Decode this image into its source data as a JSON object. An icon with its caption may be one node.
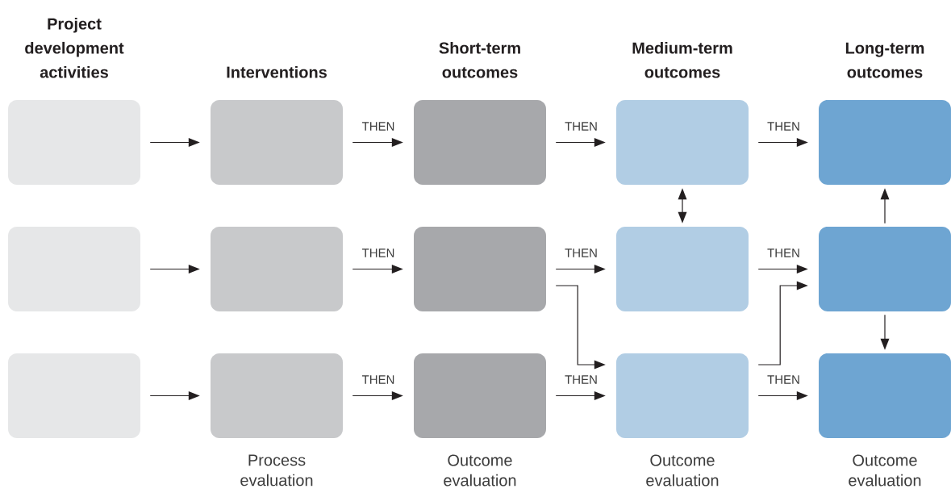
{
  "diagram": {
    "nodes": [
      {
        "text": [],
        "shape": "box",
        "beside": [
          "Project development activities"
        ]
      },
      {
        "text": [],
        "shape": "box",
        "beside": [
          "Interventions"
        ]
      },
      {
        "text": [],
        "shape": "box",
        "beside": [
          "Short-term outcomes"
        ]
      },
      {
        "text": [],
        "shape": "box",
        "beside": [
          "Medium-term outcomes"
        ]
      },
      {
        "text": [],
        "shape": "box",
        "beside": [
          "Long-term outcomes"
        ]
      },
      {
        "text": [],
        "shape": "box"
      },
      {
        "text": [],
        "shape": "box"
      },
      {
        "text": [],
        "shape": "box"
      },
      {
        "text": [],
        "shape": "box"
      },
      {
        "text": [],
        "shape": "box"
      },
      {
        "text": [],
        "shape": "box"
      },
      {
        "text": [],
        "shape": "box",
        "beside": [
          "Process evaluation"
        ]
      },
      {
        "text": [],
        "shape": "box",
        "beside": [
          "Outcome evaluation"
        ]
      },
      {
        "text": [],
        "shape": "box",
        "beside": [
          "Outcome evaluation"
        ]
      },
      {
        "text": [],
        "shape": "box",
        "beside": [
          "Outcome evaluation"
        ]
      }
    ],
    "edges": [
      {
        "from": 0,
        "to": 1,
        "arrow": "to"
      },
      {
        "from": 1,
        "to": 2,
        "arrow": "to",
        "label": "THEN"
      },
      {
        "from": 2,
        "to": 3,
        "arrow": "to",
        "label": "THEN"
      },
      {
        "from": 3,
        "to": 4,
        "arrow": "to",
        "label": "THEN"
      },
      {
        "from": 5,
        "to": 6,
        "arrow": "to"
      },
      {
        "from": 6,
        "to": 7,
        "arrow": "to",
        "label": "THEN"
      },
      {
        "from": 7,
        "to": 8,
        "arrow": "to",
        "label": "THEN"
      },
      {
        "from": 8,
        "to": 9,
        "arrow": "to",
        "label": "THEN"
      },
      {
        "from": 10,
        "to": 11,
        "arrow": "to"
      },
      {
        "from": 11,
        "to": 12,
        "arrow": "to",
        "label": "THEN"
      },
      {
        "from": 12,
        "to": 13,
        "arrow": "to",
        "label": "THEN"
      },
      {
        "from": 13,
        "to": 14,
        "arrow": "to",
        "label": "THEN"
      },
      {
        "from": 3,
        "to": 8,
        "arrow": "both"
      },
      {
        "from": 9,
        "to": 4,
        "arrow": "to"
      },
      {
        "from": 9,
        "to": 14,
        "arrow": "to"
      },
      {
        "from": 7,
        "to": 13,
        "arrow": "to"
      },
      {
        "from": 13,
        "to": 9,
        "arrow": "to"
      }
    ]
  }
}
